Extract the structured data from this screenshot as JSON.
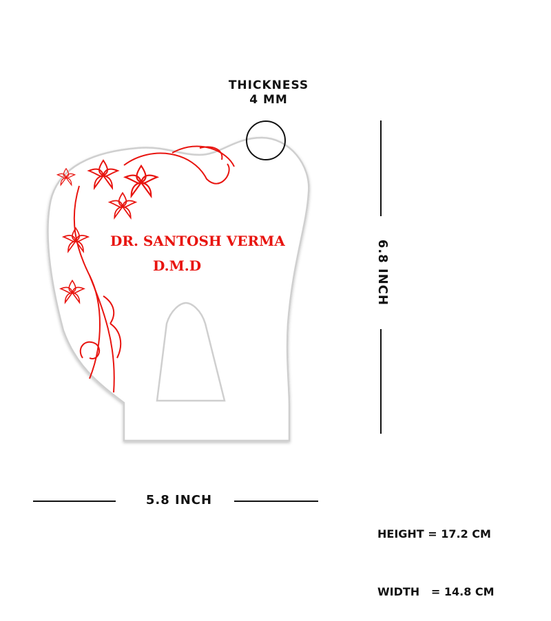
{
  "thickness": {
    "line1": "THICKNESS",
    "line2": "4 MM"
  },
  "plaque": {
    "name": "DR. SANTOSH VERMA",
    "degree": "D.M.D",
    "text_color": "#e8140f"
  },
  "dimensions": {
    "vertical_label": "6.8 INCH",
    "horizontal_label": "5.8 INCH",
    "height_line": "HEIGHT = 17.2 CM",
    "width_line": "WIDTH   = 14.8 CM"
  }
}
